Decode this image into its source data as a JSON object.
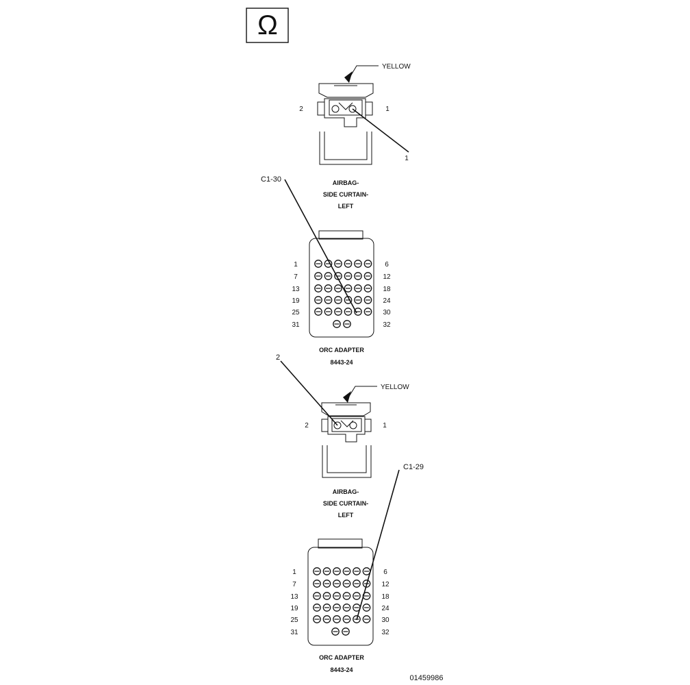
{
  "symbol": {
    "glyph": "Ω",
    "icon": "ohm-meter-icon"
  },
  "panels": [
    {
      "connector": {
        "color_label": "YELLOW",
        "pin_left": "2",
        "pin_right": "1",
        "callout": "1",
        "title_lines": [
          "AIRBAG-",
          "SIDE CURTAIN-",
          "LEFT"
        ]
      },
      "adapter": {
        "rows": [
          {
            "left": "1",
            "right": "6"
          },
          {
            "left": "7",
            "right": "12"
          },
          {
            "left": "13",
            "right": "18"
          },
          {
            "left": "19",
            "right": "24"
          },
          {
            "left": "25",
            "right": "30"
          },
          {
            "left": "31",
            "right": "32"
          }
        ],
        "callout": "C1-30",
        "name": "ORC ADAPTER",
        "part_number": "8443-24"
      }
    },
    {
      "connector": {
        "color_label": "YELLOW",
        "pin_left": "2",
        "pin_right": "1",
        "callout": "2",
        "title_lines": [
          "AIRBAG-",
          "SIDE CURTAIN-",
          "LEFT"
        ]
      },
      "adapter": {
        "rows": [
          {
            "left": "1",
            "right": "6"
          },
          {
            "left": "7",
            "right": "12"
          },
          {
            "left": "13",
            "right": "18"
          },
          {
            "left": "19",
            "right": "24"
          },
          {
            "left": "25",
            "right": "30"
          },
          {
            "left": "31",
            "right": "32"
          }
        ],
        "callout": "C1-29",
        "name": "ORC ADAPTER",
        "part_number": "8443-24"
      }
    }
  ],
  "figure_id": "01459986"
}
